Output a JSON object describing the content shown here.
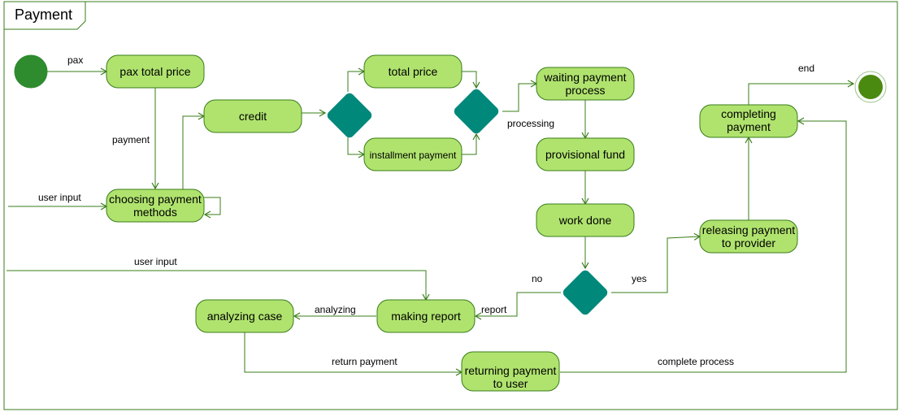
{
  "frame": {
    "title": "Payment"
  },
  "colors": {
    "frame_stroke": "#3a7d1a",
    "node_fill": "#b0e36e",
    "node_stroke": "#3a7d1a",
    "decision_fill": "#00897b",
    "start_fill": "#2e8b2e",
    "end_fill": "#4a8a10",
    "edge": "#3a7d1a"
  },
  "nodes": {
    "pax_total_price": "pax total price",
    "credit": "credit",
    "choosing_payment_methods": [
      "choosing payment",
      "methods"
    ],
    "total_price": "total price",
    "installment_payment": "installment payment",
    "waiting_payment_process": [
      "waiting payment",
      "process"
    ],
    "provisional_fund": "provisional fund",
    "work_done": "work done",
    "completing_payment": [
      "completing",
      "payment"
    ],
    "releasing_payment_to_provider": [
      "releasing payment",
      "to provider"
    ],
    "making_report": "making report",
    "analyzing_case": "analyzing case",
    "returning_payment_to_user": [
      "returning payment",
      "to user"
    ]
  },
  "edge_labels": {
    "pax": "pax",
    "payment": "payment",
    "user_input_1": "user input",
    "user_input_2": "user input",
    "processing": "processing",
    "end": "end",
    "no": "no",
    "yes": "yes",
    "report": "report",
    "analyzing": "analyzing",
    "return_payment": "return payment",
    "complete_process": "complete process"
  }
}
